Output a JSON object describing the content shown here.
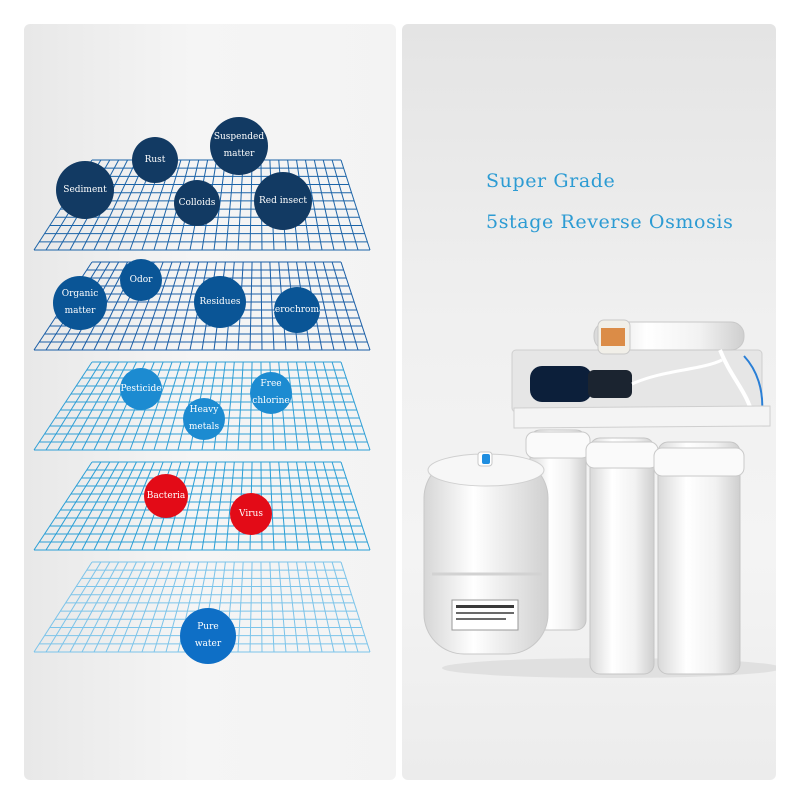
{
  "headline": {
    "line1": "Super Grade",
    "line2": "5stage Reverse Osmosis"
  },
  "stages": [
    {
      "name": "stage-1",
      "color": "#1c64a8",
      "contaminants": [
        {
          "label": "Rust",
          "style": "b-dark"
        },
        {
          "label": "Suspended\nmatter",
          "style": "b-dark"
        },
        {
          "label": "Sediment",
          "style": "b-dark"
        },
        {
          "label": "Colloids",
          "style": "b-dark"
        },
        {
          "label": "Red insect",
          "style": "b-dark"
        }
      ]
    },
    {
      "name": "stage-2",
      "color": "#1a5ea6",
      "contaminants": [
        {
          "label": "Odor",
          "style": "b-mid"
        },
        {
          "label": "Organic\nmatter",
          "style": "b-mid"
        },
        {
          "label": "Residues",
          "style": "b-mid"
        },
        {
          "label": "Heterochromatic",
          "style": "b-mid"
        }
      ]
    },
    {
      "name": "stage-3",
      "color": "#2f9fd6",
      "contaminants": [
        {
          "label": "Pesticide",
          "style": "b-light"
        },
        {
          "label": "Free\nchlorine",
          "style": "b-light"
        },
        {
          "label": "Heavy\nmetals",
          "style": "b-light"
        }
      ]
    },
    {
      "name": "stage-4",
      "color": "#2a9fd6",
      "contaminants": [
        {
          "label": "Bacteria",
          "style": "b-red"
        },
        {
          "label": "Virus",
          "style": "b-red"
        }
      ]
    },
    {
      "name": "stage-5",
      "color": "#7cc4ea",
      "contaminants": [
        {
          "label": "Pure\nwater",
          "style": "b-blue"
        }
      ]
    }
  ]
}
